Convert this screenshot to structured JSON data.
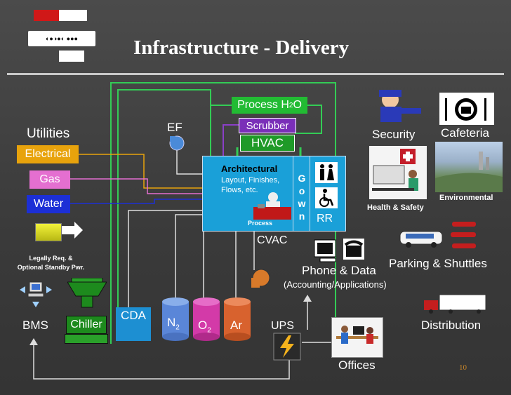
{
  "title": "Infrastructure - Delivery",
  "logo_text": "◐●◑●◐ ●●●",
  "utilities": {
    "heading": "Utilities",
    "items": [
      {
        "label": "Electrical",
        "color": "#e8a30c"
      },
      {
        "label": "Gas",
        "color": "#e46fd0"
      },
      {
        "label": "Water",
        "color": "#1c2fd6"
      }
    ]
  },
  "standby_power": "Legally Req. &\nOptional Standby Pwr.",
  "bms": "BMS",
  "chiller": "Chiller",
  "cda": "CDA",
  "gases": [
    {
      "base": "N",
      "sub": "2",
      "color": "#5a86d8"
    },
    {
      "base": "O",
      "sub": "2",
      "color": "#d33aa8"
    },
    {
      "base": "Ar",
      "sub": "",
      "color": "#d8622e"
    }
  ],
  "ups": "UPS",
  "offices": "Offices",
  "ef": "EF",
  "process_h2o": {
    "base": "Process H",
    "sub": "2",
    "tail": "O"
  },
  "scrubber": "Scrubber",
  "hvac": "HVAC",
  "architectural": {
    "title": "Architectural",
    "detail": "Layout, Finishes,\nFlows, etc."
  },
  "process": "Process",
  "gown": [
    "G",
    "o",
    "w",
    "n"
  ],
  "rr": "RR",
  "cvac": "CVAC",
  "phone_data": {
    "title": "Phone & Data",
    "sub": "(Accounting/Applications)"
  },
  "security": "Security",
  "cafeteria": "Cafeteria",
  "health_safety": "Health & Safety",
  "environmental": "Environmental",
  "parking": "Parking & Shuttles",
  "distribution": "Distribution",
  "page_number": "10",
  "colors": {
    "wire_green": "#33cc55",
    "process_h2o_bg": "#22bb33",
    "scrubber_bg": "#7a2fb8",
    "hvac_bg": "#1f9a28",
    "cell_bg": "#1aa0d8",
    "chiller_bg": "#1d8a1d",
    "cda_bg": "#1d8fd2"
  }
}
